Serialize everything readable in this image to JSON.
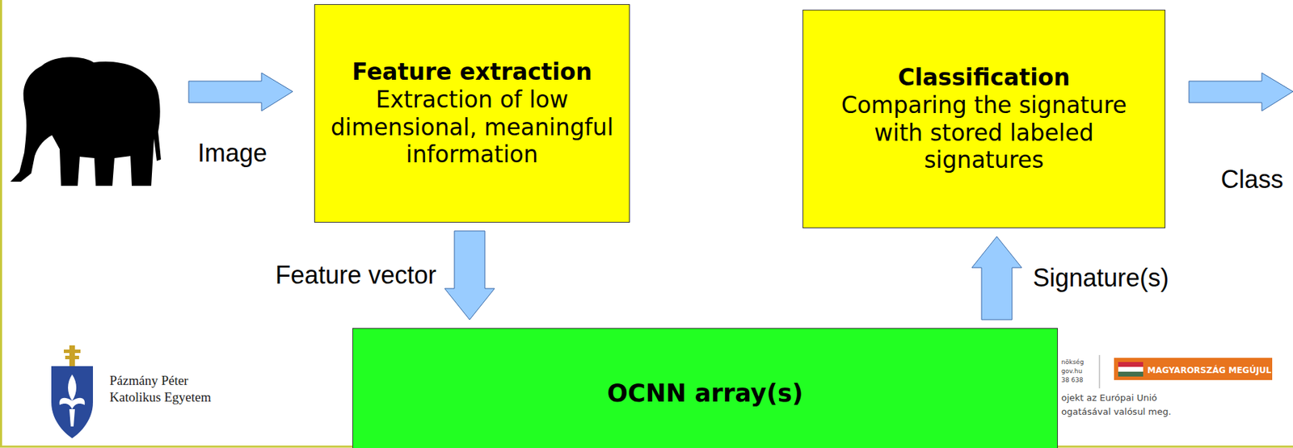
{
  "diagram": {
    "nodes": [
      {
        "text": [
          "Feature extraction",
          "Extraction of low dimensional, meaningful information"
        ]
      },
      {
        "text": [
          "Classification",
          "Comparing the signature with stored labeled signatures"
        ]
      },
      {
        "text": [
          "OCNN array(s)"
        ]
      }
    ],
    "edges": [
      {
        "from": 0,
        "to": 2,
        "label": "Feature vector",
        "arrow": "to"
      },
      {
        "from": 2,
        "to": 1,
        "label": "Signature(s)",
        "arrow": "to"
      }
    ],
    "labels": [
      "Image",
      "Class",
      "Pázmány Péter",
      "Katolikus Egyetem",
      "nökség",
      "gov.hu",
      "38 638",
      "MAGYARORSZÁG MEGÚJUL",
      "ojekt az Európai Unió",
      "ogatásával valósul meg."
    ]
  }
}
